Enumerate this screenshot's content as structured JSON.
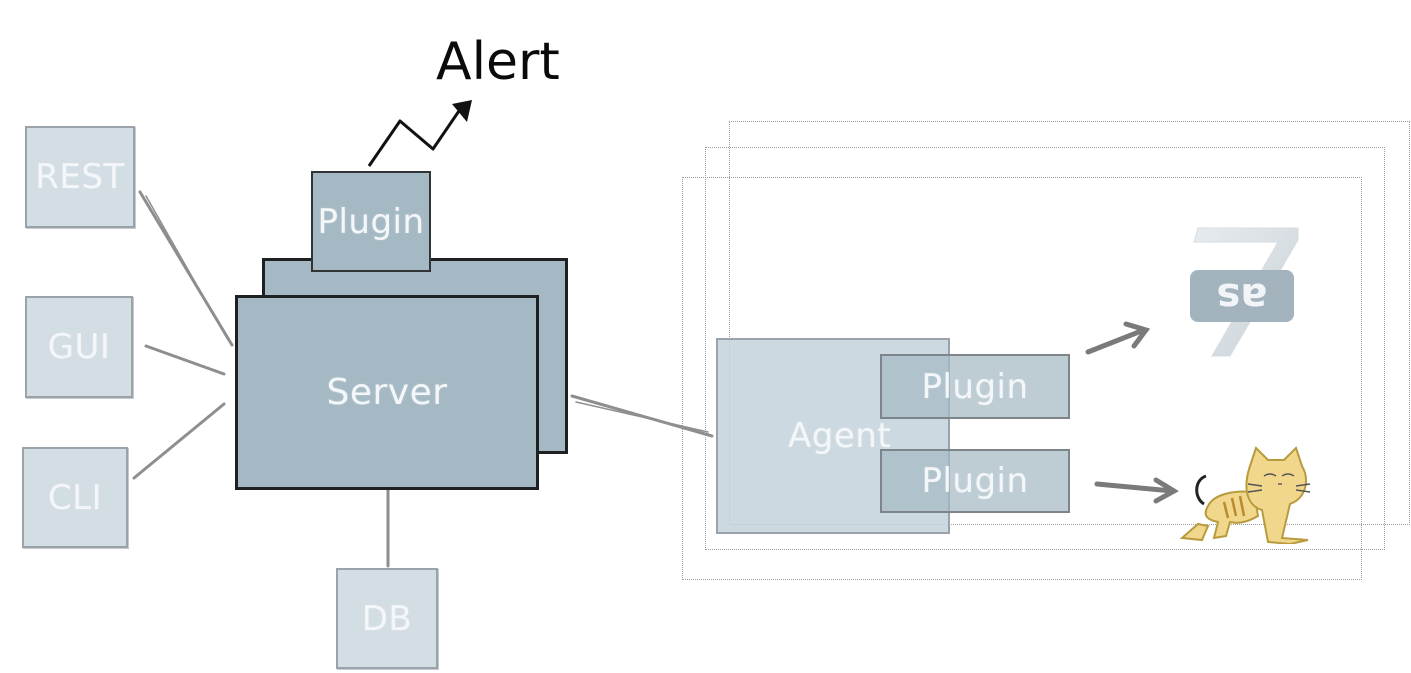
{
  "alert": {
    "label": "Alert"
  },
  "clients": {
    "rest": "REST",
    "gui": "GUI",
    "cli": "CLI"
  },
  "server": {
    "label": "Server",
    "plugin": "Plugin",
    "db": "DB"
  },
  "agent": {
    "label": "Agent",
    "plugin_top": "Plugin",
    "plugin_bottom": "Plugin"
  },
  "targets": {
    "top": {
      "icon": "as7-logo-icon"
    },
    "bottom": {
      "icon": "tomcat-icon"
    }
  }
}
